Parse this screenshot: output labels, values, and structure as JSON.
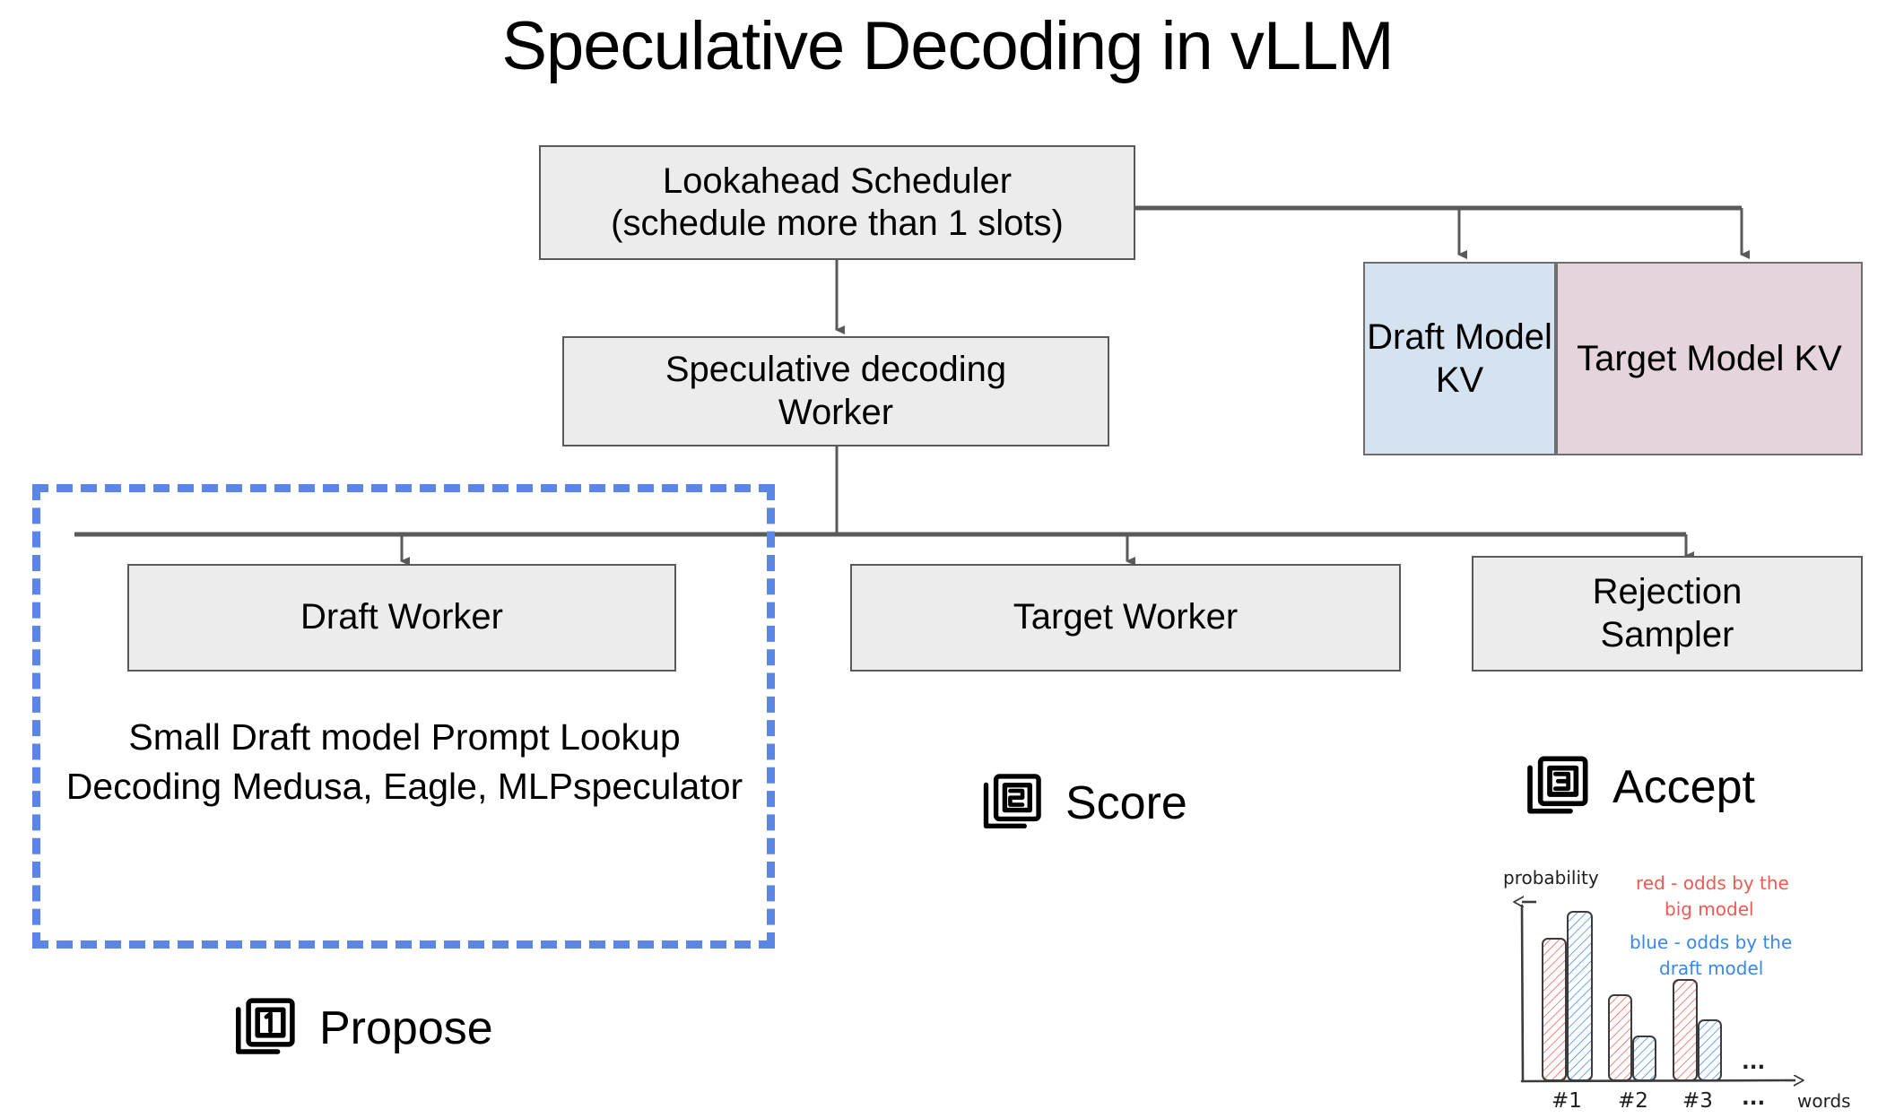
{
  "title": "Speculative Decoding in vLLM",
  "nodes": {
    "scheduler": {
      "line1": "Lookahead Scheduler",
      "line2": "(schedule more than 1 slots)"
    },
    "spec_worker": {
      "line1": "Speculative decoding",
      "line2": "Worker"
    },
    "draft_worker": {
      "label": "Draft Worker"
    },
    "target_worker": {
      "label": "Target Worker"
    },
    "rejection_sampler": {
      "line1": "Rejection",
      "line2": "Sampler"
    },
    "draft_kv": {
      "line1": "Draft",
      "line2": "Model",
      "line3": "KV"
    },
    "target_kv": {
      "line1": "Target Model",
      "line2": "KV"
    }
  },
  "draft_caption": {
    "line1": "Small Draft model",
    "line2": "Prompt Lookup Decoding",
    "line3": "Medusa, Eagle, MLPspeculator"
  },
  "steps": [
    {
      "number": "1",
      "label": "Propose",
      "icon": "stacked-square-1-icon"
    },
    {
      "number": "2",
      "label": "Score",
      "icon": "stacked-square-2-icon"
    },
    {
      "number": "3",
      "label": "Accept",
      "icon": "stacked-square-3-icon"
    }
  ],
  "colors": {
    "box_fill": "#ececec",
    "box_border": "#595959",
    "draft_kv_fill": "#d5e2f0",
    "target_kv_fill": "#e6d4dc",
    "dashed_accent": "#5b87e3",
    "sketch_red": "#ee5a52",
    "sketch_blue": "#3a87e8",
    "sketch_ink": "#3c3c3c"
  },
  "chart_data": {
    "type": "bar",
    "title": "",
    "xlabel": "words",
    "ylabel": "probability",
    "categories": [
      "#1",
      "#2",
      "#3",
      "..."
    ],
    "series": [
      {
        "name": "red - odds by the big model",
        "color": "#ee5a52",
        "values": [
          0.72,
          0.44,
          0.52
        ]
      },
      {
        "name": "blue - odds by the draft model",
        "color": "#3a87e8",
        "values": [
          0.88,
          0.21,
          0.29
        ]
      }
    ],
    "ylim": [
      0,
      1
    ],
    "grid": false,
    "legend": {
      "position": "top-right",
      "entries": [
        {
          "line1": "red - odds by the",
          "line2": "big model",
          "color": "#ee5a52"
        },
        {
          "line1": "blue - odds by the",
          "line2": "draft model",
          "color": "#3a87e8"
        }
      ]
    },
    "ellipsis_top": "...",
    "ellipsis_bottom": "..."
  }
}
